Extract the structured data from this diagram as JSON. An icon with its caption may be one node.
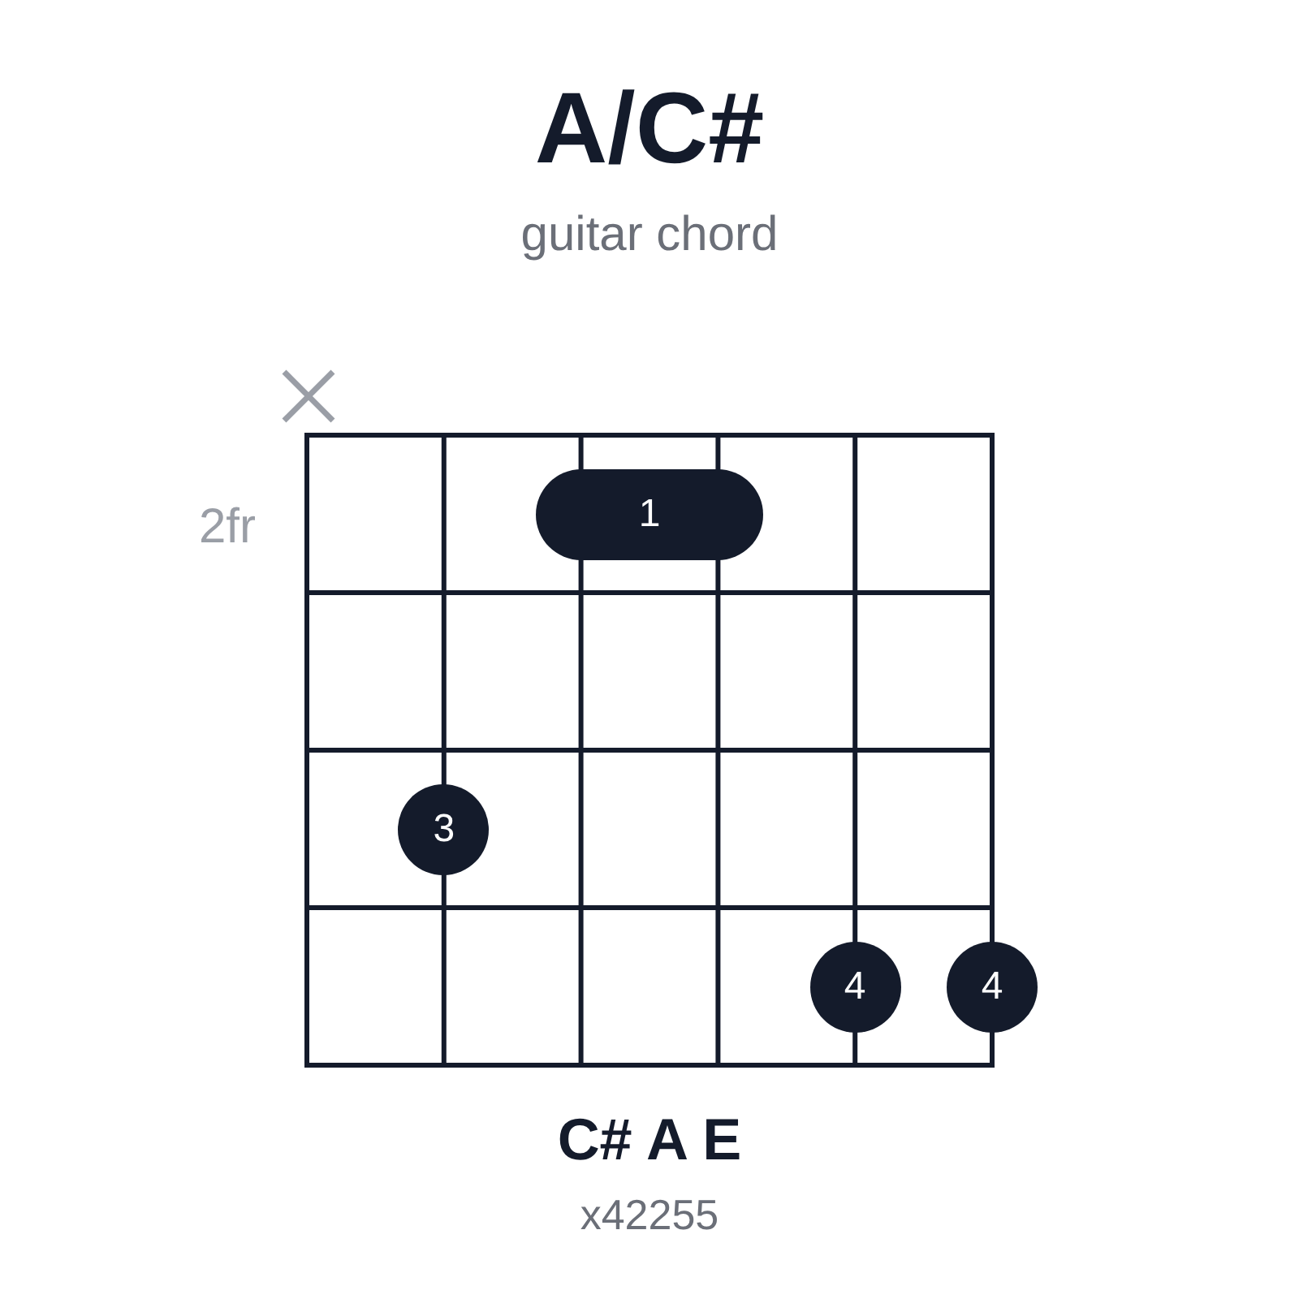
{
  "diagram": {
    "title": "A/C#",
    "nodes": [
      {
        "text": [
          "1"
        ]
      },
      {
        "text": [
          "3"
        ]
      },
      {
        "text": [
          "4"
        ]
      },
      {
        "text": [
          "4"
        ]
      }
    ],
    "labels": [
      "guitar chord",
      "2fr",
      "C# A E",
      "x42255"
    ]
  }
}
